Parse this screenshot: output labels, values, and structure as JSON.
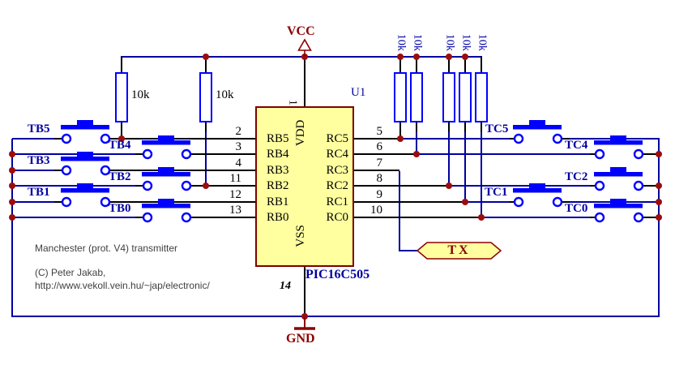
{
  "colors": {
    "wire_blue": "#0000A0",
    "component_blue": "#0000FF",
    "junction_red": "#9B0D0D",
    "power_dark_red": "#8B0000",
    "chip_fill": "#FFFFA0",
    "chip_border": "#7D0000"
  },
  "notes": {
    "line1": "Manchester (prot. V4) transmitter",
    "line2": "(C) Peter Jakab,",
    "line3": "http://www.vekoll.vein.hu/~jap/electronic/"
  },
  "power": {
    "vcc": "VCC",
    "gnd": "GND"
  },
  "net_flags": {
    "tx": "TX"
  },
  "ic": {
    "designator": "U1",
    "part_number": "PIC16C505",
    "top_pin": {
      "number": "1",
      "name": "VDD"
    },
    "bottom_pin": {
      "number": "14",
      "name": "VSS"
    },
    "left_pins": [
      {
        "number": "2",
        "name": "RB5"
      },
      {
        "number": "3",
        "name": "RB4"
      },
      {
        "number": "4",
        "name": "RB3"
      },
      {
        "number": "11",
        "name": "RB2"
      },
      {
        "number": "12",
        "name": "RB1"
      },
      {
        "number": "13",
        "name": "RB0"
      }
    ],
    "right_pins": [
      {
        "number": "5",
        "name": "RC5"
      },
      {
        "number": "6",
        "name": "RC4"
      },
      {
        "number": "7",
        "name": "RC3"
      },
      {
        "number": "8",
        "name": "RC2"
      },
      {
        "number": "9",
        "name": "RC1"
      },
      {
        "number": "10",
        "name": "RC0"
      }
    ]
  },
  "resistors": {
    "left": [
      {
        "value": "10k"
      },
      {
        "value": "10k"
      }
    ],
    "right": [
      {
        "value": "10k"
      },
      {
        "value": "10k"
      },
      {
        "value": "10k"
      },
      {
        "value": "10k"
      },
      {
        "value": "10k"
      }
    ]
  },
  "buttons": {
    "left": [
      {
        "label": "TB5"
      },
      {
        "label": "TB4"
      },
      {
        "label": "TB3"
      },
      {
        "label": "TB2"
      },
      {
        "label": "TB1"
      },
      {
        "label": "TB0"
      }
    ],
    "right": [
      {
        "label": "TC5"
      },
      {
        "label": "TC4"
      },
      {
        "label": "TC2"
      },
      {
        "label": "TC1"
      },
      {
        "label": "TC0"
      }
    ]
  }
}
